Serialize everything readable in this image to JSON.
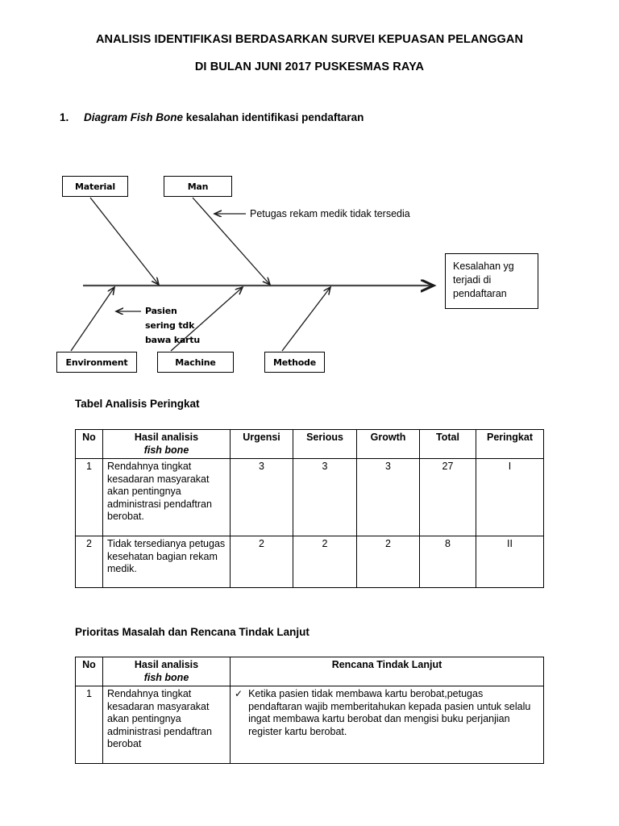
{
  "document": {
    "title_line_1": "ANALISIS IDENTIFIKASI BERDASARKAN SURVEI KEPUASAN PELANGGAN",
    "title_line_2": "DI BULAN JUNI 2017 PUSKESMAS RAYA"
  },
  "section_1": {
    "number": "1.",
    "title_italic": "Diagram Fish Bone",
    "title_rest": " kesalahan identifikasi pendaftaran"
  },
  "fishbone": {
    "type": "fishbone-cause-effect",
    "effect_box": "Kesalahan yg terjadi di pendaftaran",
    "effect_lines": [
      "Kesalahan yg",
      "terjadi di",
      "pendaftaran"
    ],
    "categories_top": [
      "Material",
      "Man"
    ],
    "categories_bottom": [
      "Environment",
      "Machine",
      "Methode"
    ],
    "annotations": [
      {
        "text": "Petugas rekam medik tidak tersedia",
        "attached_to": "Man",
        "position": "top"
      },
      {
        "text": "Pasien sering tdk bawa kartu",
        "lines": [
          "Pasien",
          "sering tdk",
          "bawa kartu"
        ],
        "attached_to": "Environment",
        "position": "bottom"
      }
    ]
  },
  "table_1": {
    "heading": "Tabel Analisis Peringkat",
    "columns": [
      {
        "label": "No",
        "italic_sub": ""
      },
      {
        "label": "Hasil analisis",
        "italic_sub": "fish bone"
      },
      {
        "label": "Urgensi",
        "italic_sub": ""
      },
      {
        "label": "Serious",
        "italic_sub": ""
      },
      {
        "label": "Growth",
        "italic_sub": ""
      },
      {
        "label": "Total",
        "italic_sub": ""
      },
      {
        "label": "Peringkat",
        "italic_sub": ""
      }
    ],
    "rows": [
      {
        "no": "1",
        "hasil_analisis": "Rendahnya tingkat kesadaran masyarakat akan pentingnya administrasi pendaftran berobat.",
        "urgensi": "3",
        "serious": "3",
        "growth": "3",
        "total": "27",
        "peringkat": "I"
      },
      {
        "no": "2",
        "hasil_analisis": "Tidak tersedianya petugas kesehatan bagian rekam medik.",
        "urgensi": "2",
        "serious": "2",
        "growth": "2",
        "total": "8",
        "peringkat": "II"
      }
    ]
  },
  "table_2": {
    "heading": "Prioritas Masalah dan Rencana Tindak Lanjut",
    "columns": [
      {
        "label": "No",
        "italic_sub": ""
      },
      {
        "label": "Hasil analisis",
        "italic_sub": "fish bone"
      },
      {
        "label": "Rencana Tindak Lanjut",
        "italic_sub": ""
      }
    ],
    "rows": [
      {
        "no": "1",
        "hasil_analisis": "Rendahnya tingkat kesadaran masyarakat akan pentingnya administrasi pendaftran berobat",
        "bullet_glyph": "✓",
        "rencana": "Ketika pasien tidak membawa kartu berobat,petugas pendaftaran wajib memberitahukan kepada pasien untuk selalu ingat membawa kartu berobat dan mengisi buku perjanjian register kartu berobat."
      }
    ]
  },
  "colors": {
    "ink": "#000000",
    "paper": "#ffffff",
    "spine": "#444444"
  }
}
